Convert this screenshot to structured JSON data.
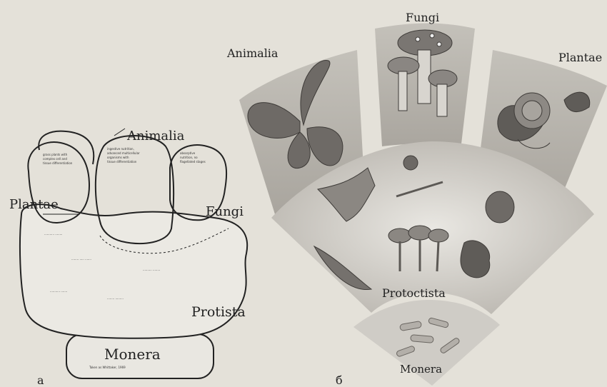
{
  "left_panel": {
    "kingdoms": {
      "animalia": "Animalia",
      "plantae": "Plantae",
      "fungi": "Fungi",
      "protista": "Protista",
      "monera": "Monera"
    },
    "panel_letter": "а"
  },
  "right_panel": {
    "kingdoms": {
      "animalia": "Animalia",
      "fungi": "Fungi",
      "plantae": "Plantae",
      "protoctista": "Protoctista",
      "monera": "Monera"
    },
    "panel_letter": "б"
  },
  "colors": {
    "paper": "#e4e1d9",
    "fan_fill": "#c9c6c0",
    "outline": "#222222"
  }
}
